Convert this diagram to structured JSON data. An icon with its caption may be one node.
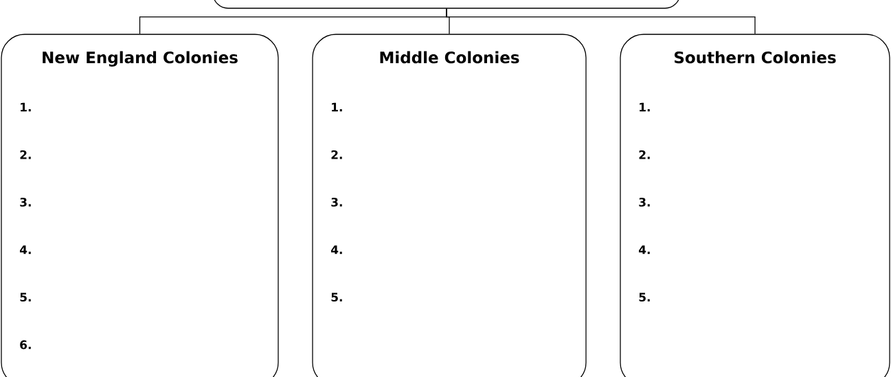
{
  "diagram": {
    "nodes": [
      {
        "text": [],
        "shape": "box"
      },
      {
        "text": [
          "New England Colonies",
          "1.",
          "2.",
          "3.",
          "4.",
          "5.",
          "6."
        ]
      },
      {
        "text": [
          "Middle Colonies",
          "1.",
          "2.",
          "3.",
          "4.",
          "5."
        ]
      },
      {
        "text": [
          "Southern Colonies",
          "1.",
          "2.",
          "3.",
          "4.",
          "5."
        ]
      }
    ],
    "edges": [
      {
        "from": 0,
        "to": 1,
        "arrow": "none"
      },
      {
        "from": 0,
        "to": 2,
        "arrow": "none"
      },
      {
        "from": 0,
        "to": 3,
        "arrow": "none"
      }
    ]
  }
}
